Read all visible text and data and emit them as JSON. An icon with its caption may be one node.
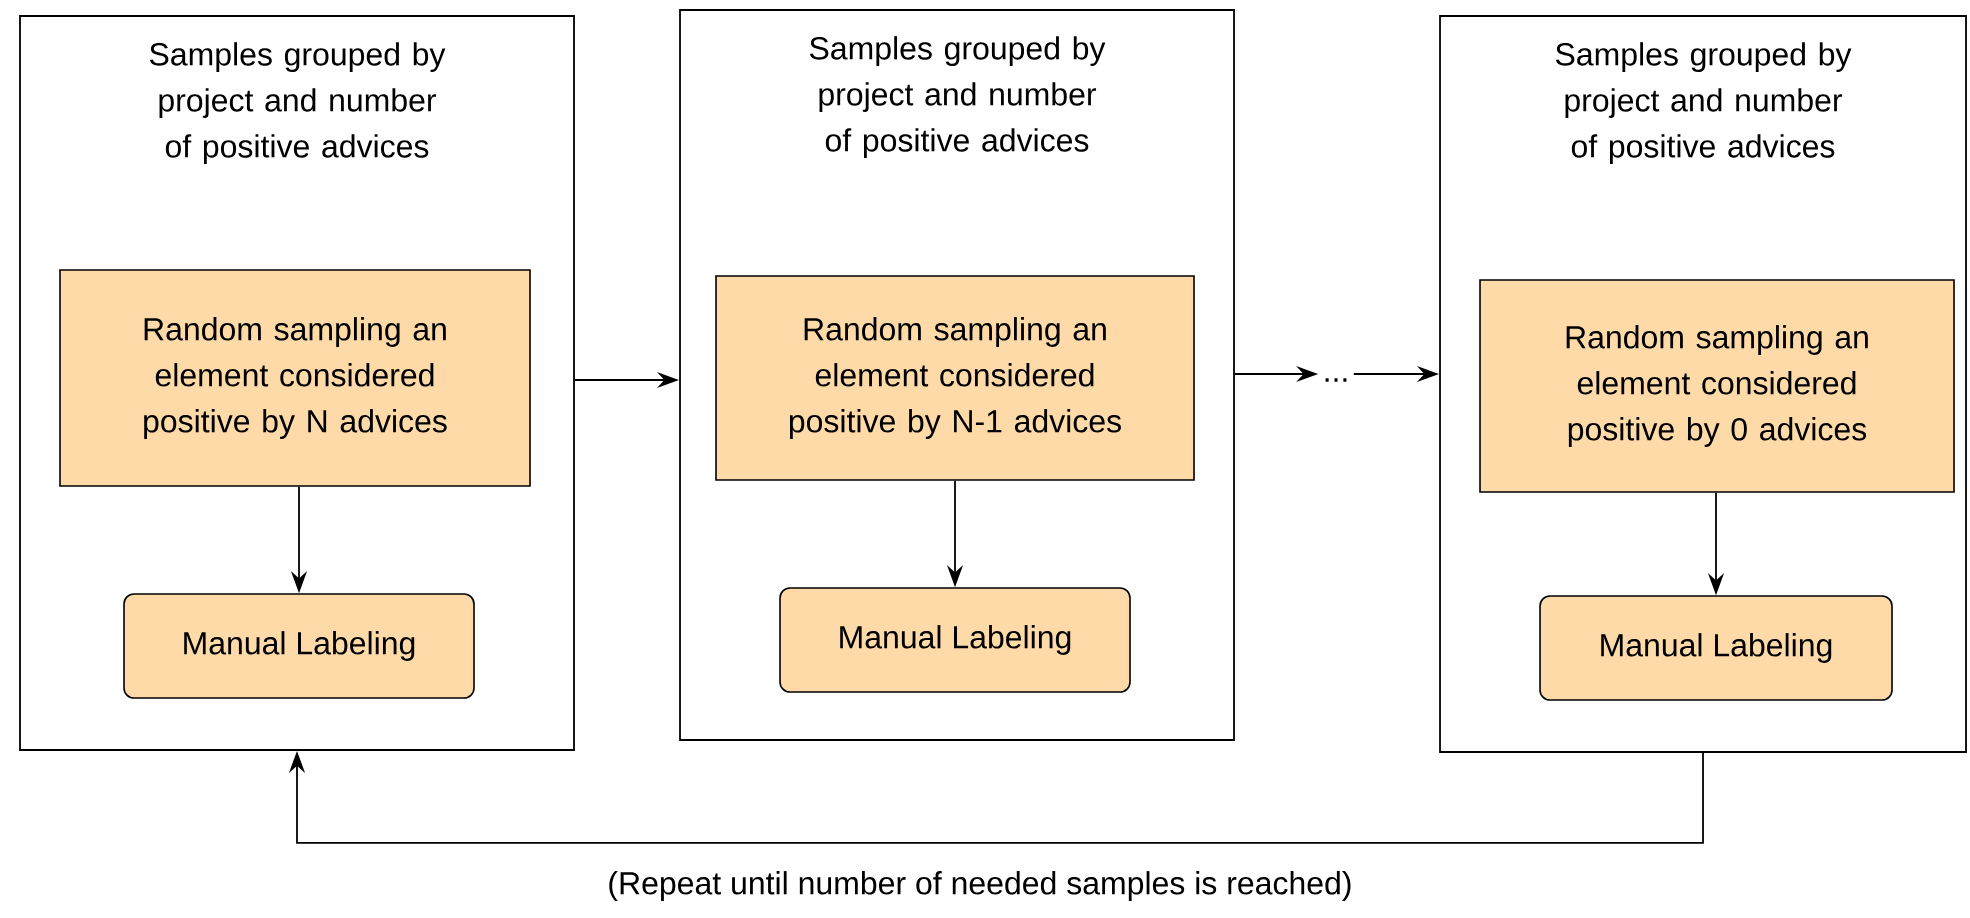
{
  "diagram": {
    "nodes": [
      {
        "text": [
          "Samples grouped by project and number of positive advices"
        ]
      },
      {
        "text": [
          "Random sampling an element considered positive by N advices"
        ],
        "in": 0
      },
      {
        "text": [
          "Manual Labeling"
        ],
        "in": 0
      },
      {
        "text": [
          "Samples grouped by project and number of positive advices"
        ]
      },
      {
        "text": [
          "Random sampling an element considered positive by N-1 advices"
        ],
        "in": 3
      },
      {
        "text": [
          "Manual Labeling"
        ],
        "in": 3
      },
      {
        "text": [
          "..."
        ]
      },
      {
        "text": [
          "Samples grouped by project and number of positive advices"
        ]
      },
      {
        "text": [
          "Random sampling an element considered positive by 0 advices"
        ],
        "in": 7
      },
      {
        "text": [
          "Manual Labeling"
        ],
        "in": 7
      }
    ],
    "edges": [
      {
        "from": 1,
        "to": 2,
        "arrow": "to"
      },
      {
        "from": 0,
        "to": 3,
        "arrow": "to"
      },
      {
        "from": 4,
        "to": 5,
        "arrow": "to"
      },
      {
        "from": 3,
        "to": 6,
        "arrow": "to"
      },
      {
        "from": 6,
        "to": 7,
        "arrow": "to"
      },
      {
        "from": 8,
        "to": 9,
        "arrow": "to"
      },
      {
        "from": 7,
        "to": 0,
        "arrow": "to",
        "label": "(Repeat until number of needed samples is reached)"
      }
    ]
  }
}
